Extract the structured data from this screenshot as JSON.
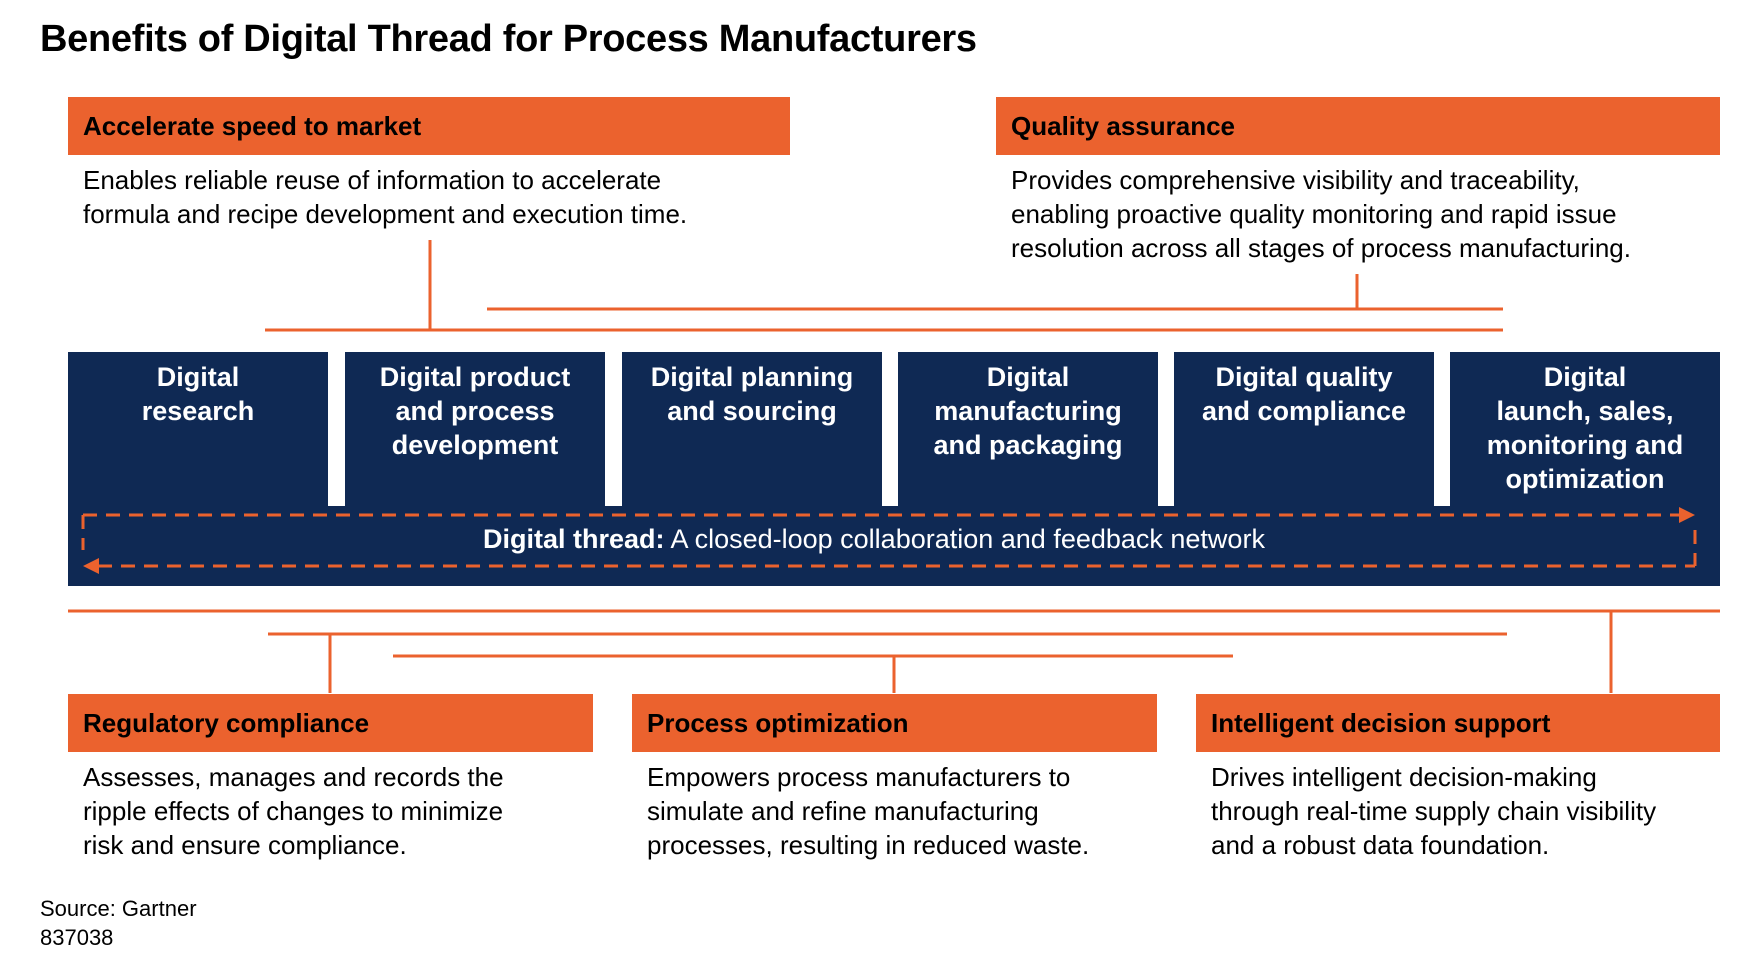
{
  "title": "Benefits of Digital Thread for Process Manufacturers",
  "colors": {
    "accent_orange": "#EB622E",
    "stage_navy": "#0F2954",
    "text": "#000000"
  },
  "benefits": {
    "speed": {
      "title": "Accelerate speed to market",
      "lines": [
        "Enables reliable reuse of information to accelerate",
        "formula and recipe development and execution time."
      ]
    },
    "quality": {
      "title": "Quality assurance",
      "lines": [
        "Provides comprehensive visibility and traceability,",
        "enabling proactive quality monitoring and rapid issue",
        "resolution across all stages of process manufacturing."
      ]
    },
    "regulatory": {
      "title": "Regulatory compliance",
      "lines": [
        "Assesses, manages and records the",
        "ripple effects of changes to minimize",
        "risk and ensure compliance."
      ]
    },
    "process": {
      "title": "Process optimization",
      "lines": [
        "Empowers process manufacturers to",
        "simulate and refine manufacturing",
        "processes, resulting in reduced waste."
      ]
    },
    "decision": {
      "title": "Intelligent decision support",
      "lines": [
        "Drives intelligent decision-making",
        "through real-time supply chain visibility",
        "and a robust data foundation."
      ]
    }
  },
  "stages": [
    {
      "lines": [
        "Digital",
        "research"
      ]
    },
    {
      "lines": [
        "Digital product",
        "and process",
        "development"
      ]
    },
    {
      "lines": [
        "Digital planning",
        "and sourcing"
      ]
    },
    {
      "lines": [
        "Digital",
        "manufacturing",
        "and packaging"
      ]
    },
    {
      "lines": [
        "Digital quality",
        "and compliance"
      ]
    },
    {
      "lines": [
        "Digital",
        "launch, sales,",
        "monitoring and",
        "optimization"
      ]
    }
  ],
  "thread": {
    "label": "Digital thread:",
    "description": " A closed-loop collaboration and feedback network"
  },
  "source": {
    "text": "Source: Gartner",
    "id": "837038"
  }
}
